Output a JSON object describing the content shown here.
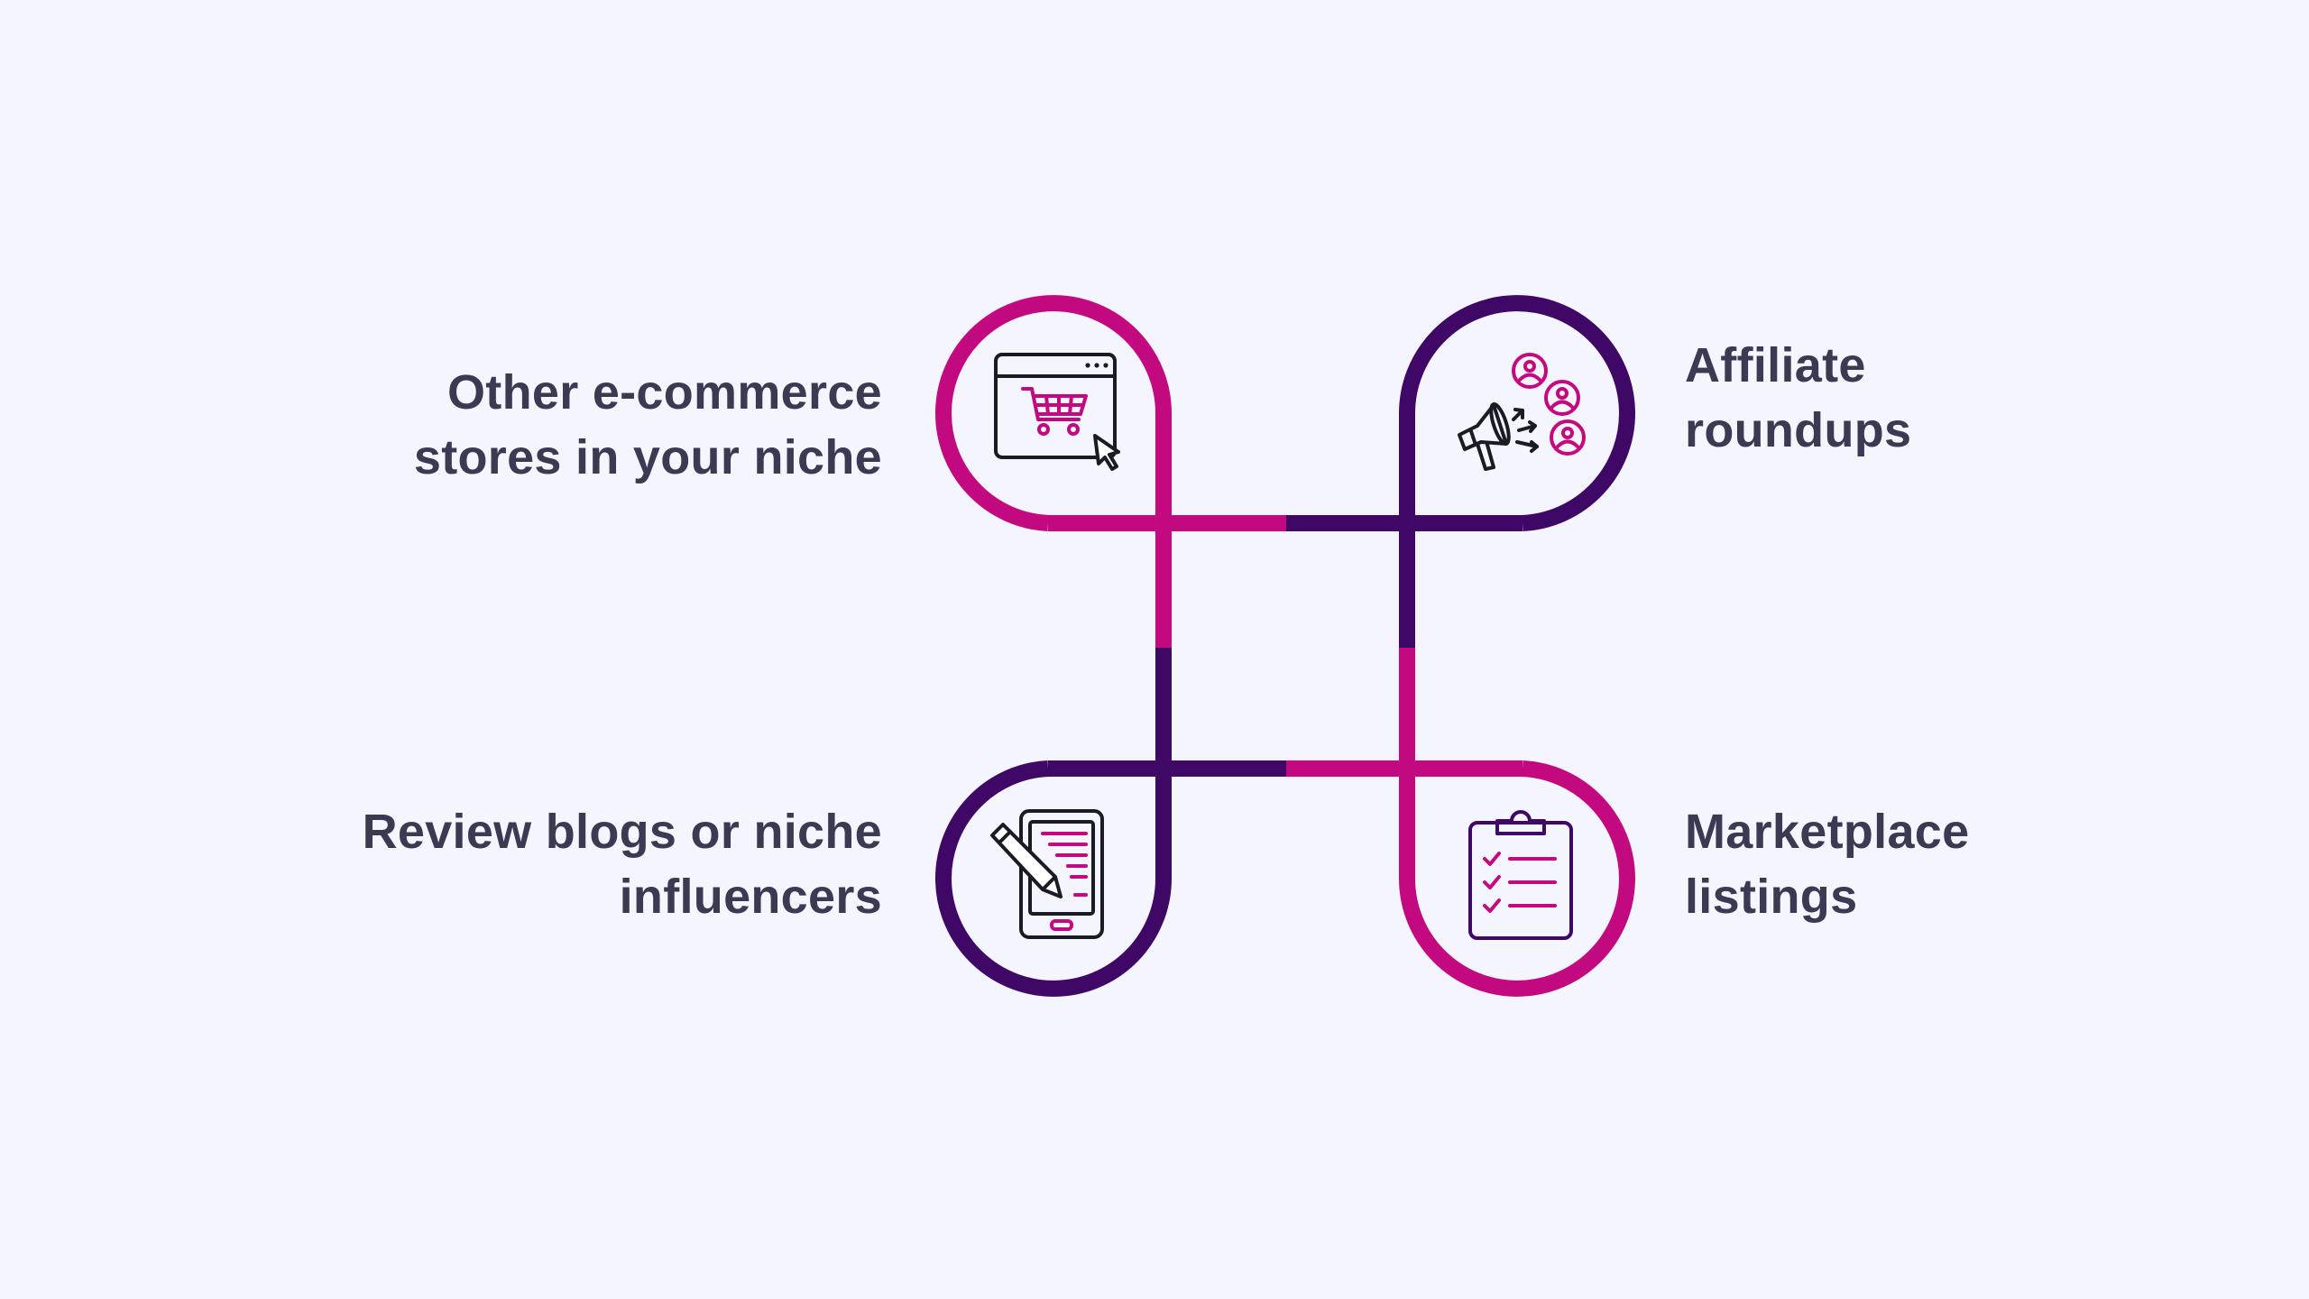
{
  "colors": {
    "background": "#f4f5fe",
    "magenta": "#c3097f",
    "purple": "#3f0766",
    "text": "#3a3b52",
    "icon_outline": "#1b1b24"
  },
  "nodes": [
    {
      "id": "top-left",
      "lines": [
        "Other e-commerce",
        "stores in your niche"
      ],
      "icon": "shopping-cart-browser-icon",
      "loop_color": "magenta"
    },
    {
      "id": "top-right",
      "lines": [
        "Affiliate",
        "roundups"
      ],
      "icon": "megaphone-audience-icon",
      "loop_color": "purple"
    },
    {
      "id": "bottom-left",
      "lines": [
        "Review blogs or niche",
        "influencers"
      ],
      "icon": "tablet-pen-icon",
      "loop_color": "purple"
    },
    {
      "id": "bottom-right",
      "lines": [
        "Marketplace",
        "listings"
      ],
      "icon": "clipboard-checklist-icon",
      "loop_color": "magenta"
    }
  ]
}
